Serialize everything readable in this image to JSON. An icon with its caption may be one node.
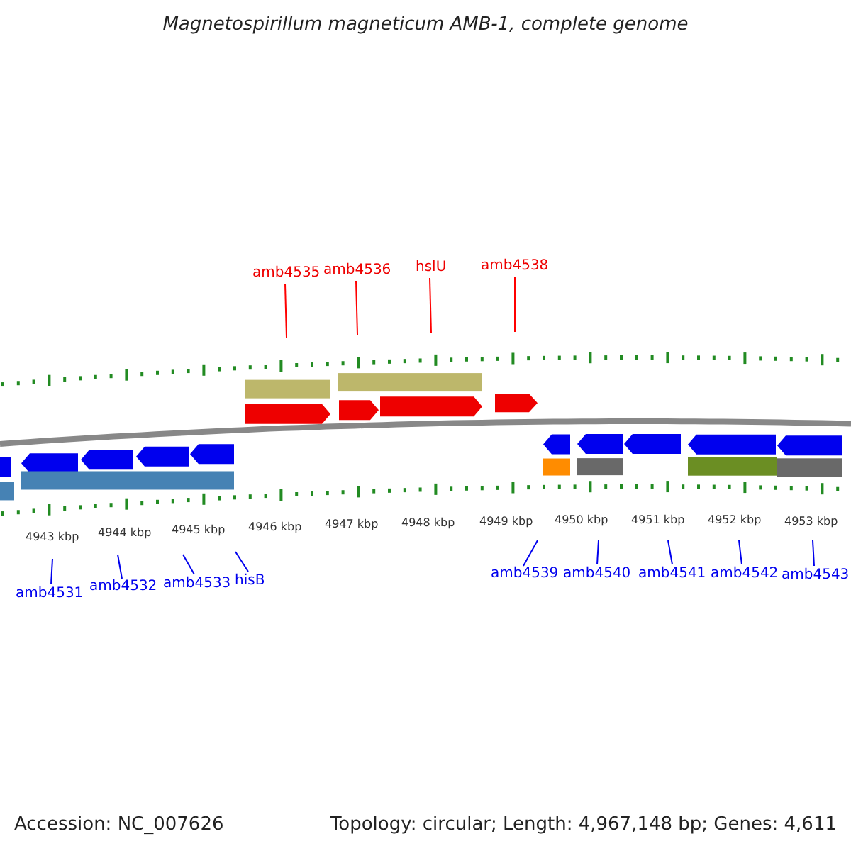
{
  "diagram": {
    "title": "Magnetospirillum magneticum AMB-1, complete genome",
    "nodes": [
      {
        "text": [
          "amb4535"
        ]
      },
      {
        "text": [
          "amb4536"
        ]
      },
      {
        "text": [
          "hslU"
        ]
      },
      {
        "text": [
          "amb4538"
        ]
      },
      {
        "text": [
          "amb4531"
        ]
      },
      {
        "text": [
          "amb4532"
        ]
      },
      {
        "text": [
          "amb4533"
        ]
      },
      {
        "text": [
          "hisB"
        ]
      },
      {
        "text": [
          "amb4539"
        ]
      },
      {
        "text": [
          "amb4540"
        ]
      },
      {
        "text": [
          "amb4541"
        ]
      },
      {
        "text": [
          "amb4542"
        ]
      },
      {
        "text": [
          "amb4543"
        ]
      }
    ],
    "edges": [
      {
        "from": 0,
        "to": null,
        "arrow": "none",
        "color": "#ff0000"
      },
      {
        "from": 1,
        "to": null,
        "arrow": "none",
        "color": "#ff0000"
      },
      {
        "from": 2,
        "to": null,
        "arrow": "none",
        "color": "#ff0000"
      },
      {
        "from": 3,
        "to": null,
        "arrow": "none",
        "color": "#ff0000"
      },
      {
        "from": 4,
        "to": null,
        "arrow": "none"
      },
      {
        "from": 5,
        "to": null,
        "arrow": "none"
      },
      {
        "from": 6,
        "to": null,
        "arrow": "none"
      },
      {
        "from": 7,
        "to": null,
        "arrow": "none"
      },
      {
        "from": 8,
        "to": null,
        "arrow": "none"
      },
      {
        "from": 9,
        "to": null,
        "arrow": "none"
      },
      {
        "from": 10,
        "to": null,
        "arrow": "none"
      },
      {
        "from": 11,
        "to": null,
        "arrow": "none"
      },
      {
        "from": 12,
        "to": null,
        "arrow": "none"
      }
    ],
    "labels": [
      "4943 kbp",
      "4944 kbp",
      "4945 kbp",
      "4946 kbp",
      "4947 kbp",
      "4948 kbp",
      "4949 kbp",
      "4950 kbp",
      "4951 kbp",
      "4952 kbp",
      "4953 kbp",
      "Accession: NC_007626",
      "Topology: circular; Length: 4,967,148 bp; Genes: 4,611"
    ]
  }
}
